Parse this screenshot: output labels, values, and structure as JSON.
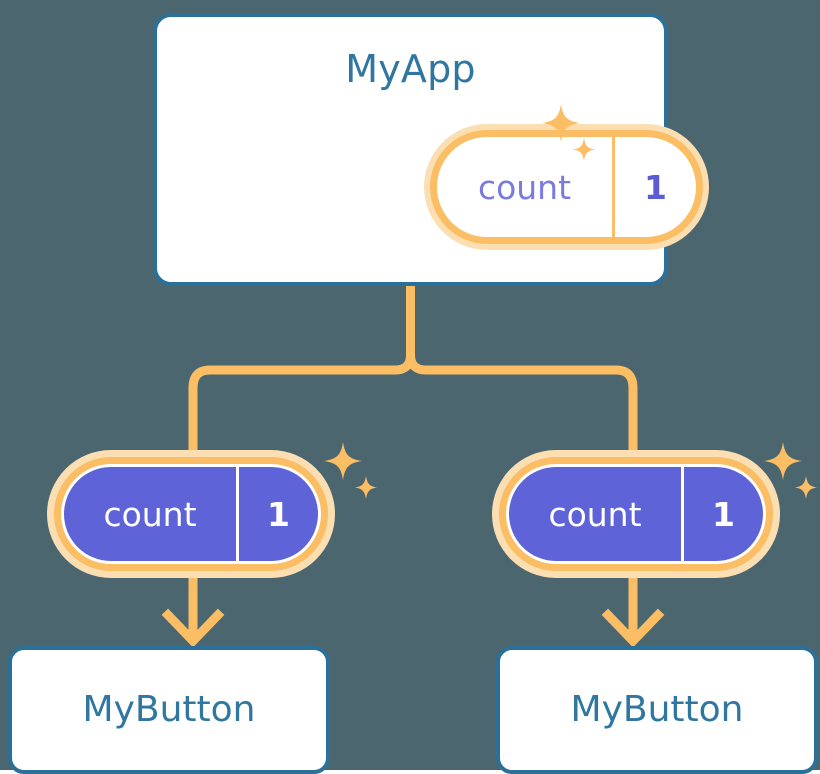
{
  "diagram": {
    "title": "MyApp",
    "background_color": "#4c6670",
    "colors": {
      "card_border": "#2b7099",
      "card_fill": "#ffffff",
      "heading_text": "#2f76a1",
      "signal_ring": "#fbbe64",
      "signal_halo": "#fbdfb2",
      "signal_fill": "#5f63d8",
      "signal_name_text_light": "#7b7ae0",
      "signal_value_text_light": "#5b5bd6",
      "signal_text_on_fill": "#ffffff",
      "connector": "#fbbe64",
      "sparkle": "#fbbe64"
    }
  },
  "app_card": {
    "title": "MyApp",
    "signal": {
      "name": "count",
      "value": "1"
    }
  },
  "children": [
    {
      "signal": {
        "name": "count",
        "value": "1"
      },
      "leaf": {
        "label": "MyButton"
      }
    },
    {
      "signal": {
        "name": "count",
        "value": "1"
      },
      "leaf": {
        "label": "MyButton"
      }
    }
  ],
  "sparkles": [
    {
      "name": "sparkle-top-right-of-app-signal"
    },
    {
      "name": "sparkle-top-right-of-left-signal"
    },
    {
      "name": "sparkle-top-right-of-right-signal"
    }
  ],
  "connectors": {
    "style": "elbow",
    "from": "app-card",
    "to": [
      "left-signal",
      "right-signal"
    ],
    "arrow_targets": [
      "left-leaf",
      "right-leaf"
    ]
  }
}
